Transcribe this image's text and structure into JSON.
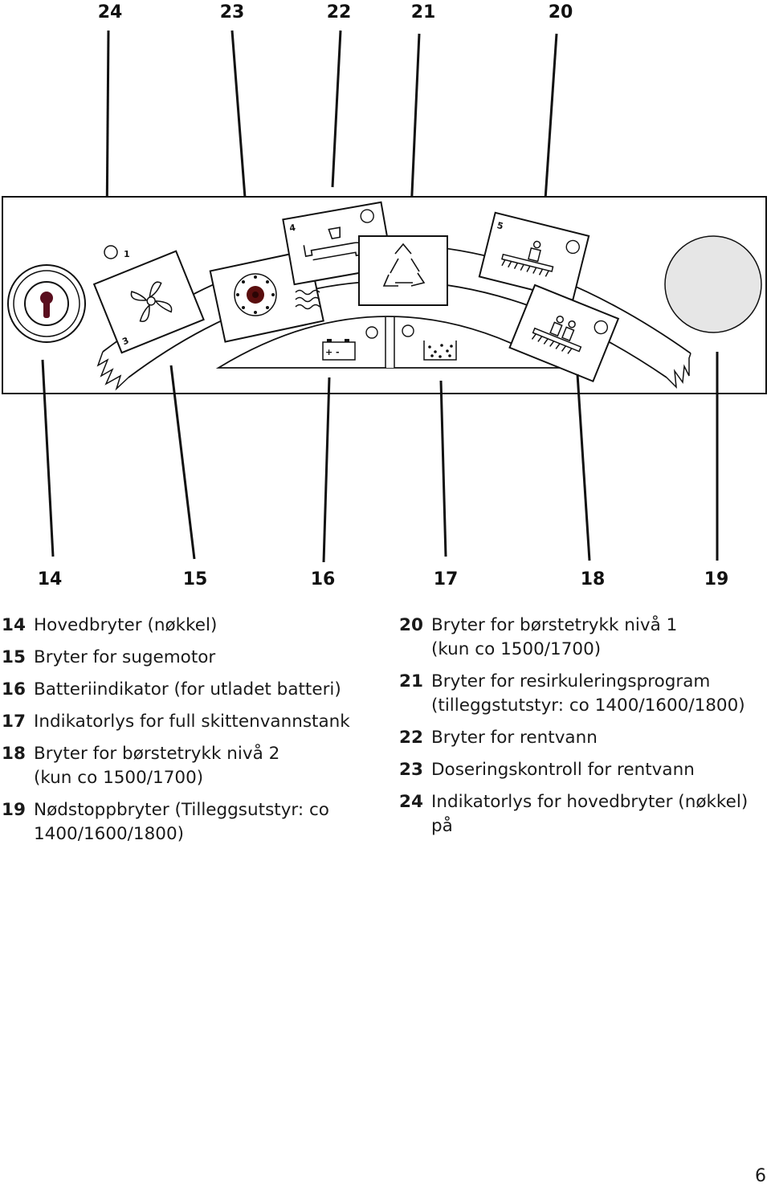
{
  "callouts_top": [
    "24",
    "23",
    "22",
    "21",
    "20"
  ],
  "callouts_bottom": [
    "14",
    "15",
    "16",
    "17",
    "18",
    "19"
  ],
  "panel_labels": {
    "p1": "1",
    "p3": "3",
    "p4": "4",
    "p5": "5"
  },
  "battery_symbol": "+ -",
  "legend_left": [
    {
      "num": "14",
      "text": "Hovedbryter (nøkkel)"
    },
    {
      "num": "15",
      "text": "Bryter for sugemotor"
    },
    {
      "num": "16",
      "text": "Batteriindikator (for utladet batteri)"
    },
    {
      "num": "17",
      "text": "Indikatorlys for full skittenvannstank"
    },
    {
      "num": "18",
      "text": "Bryter for børstetrykk nivå 2 (kun co 1500/1700)"
    },
    {
      "num": "19",
      "text": "Nødstoppbryter (Tilleggsutstyr: co 1400/1600/1800)"
    }
  ],
  "legend_right": [
    {
      "num": "20",
      "text": "Bryter for børstetrykk nivå 1 (kun co 1500/1700)"
    },
    {
      "num": "21",
      "text": "Bryter for resirkuleringsprogram (tilleggstutstyr: co 1400/1600/1800)"
    },
    {
      "num": "22",
      "text": "Bryter for rentvann"
    },
    {
      "num": "23",
      "text": "Doseringskontroll for rentvann"
    },
    {
      "num": "24",
      "text": "Indikatorlys for hovedbryter (nøkkel) på"
    }
  ],
  "page_number": "6",
  "colors": {
    "line": "#111111",
    "knob": "#5a0e1e",
    "stop_button": "#e6e6e6",
    "dial_center": "#5a0e0e"
  },
  "icons": [
    "key-switch-icon",
    "fan-icon",
    "dial-icon",
    "water-tap-icon",
    "recycle-icon",
    "brush-pressure-icon",
    "battery-icon",
    "dirty-water-tank-icon",
    "emergency-stop-icon"
  ]
}
